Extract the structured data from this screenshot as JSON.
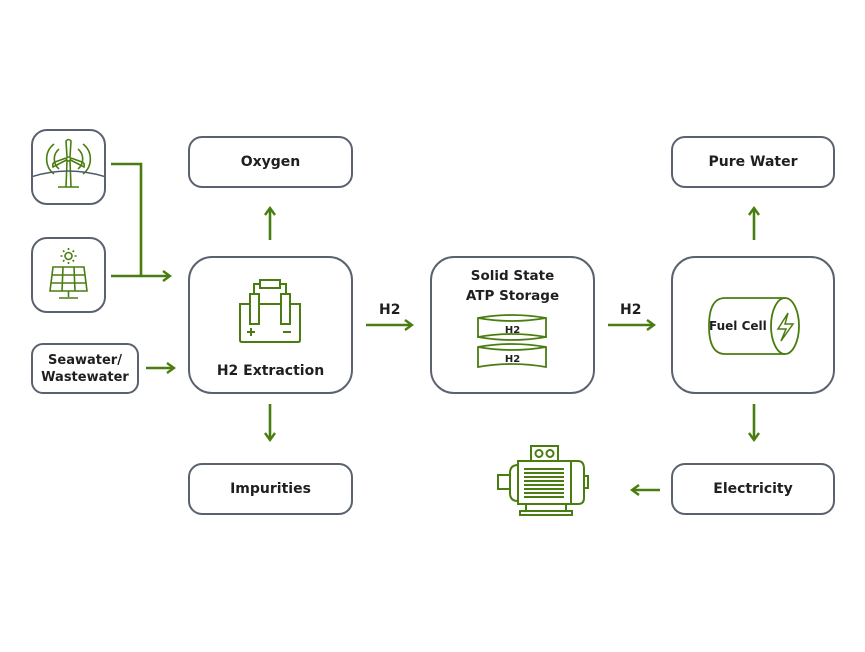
{
  "colors": {
    "accent": "#4a7d10",
    "border": "#5a6270",
    "text": "#1f1f1f"
  },
  "sources": {
    "wind": {
      "icon": "wind-turbine-icon"
    },
    "solar": {
      "icon": "solar-panel-icon"
    },
    "water": {
      "label": "Seawater/\nWastewater",
      "line1": "Seawater/",
      "line2": "Wastewater"
    }
  },
  "nodes": {
    "oxygen": "Oxygen",
    "h2_extraction": "H2 Extraction",
    "impurities": "Impurities",
    "storage_line1": "Solid State",
    "storage_line2": "ATP Storage",
    "storage_tank1": "H2",
    "storage_tank2": "H2",
    "pure_water": "Pure Water",
    "fuel_cell": "Fuel Cell",
    "electricity": "Electricity"
  },
  "edges": {
    "extraction_to_storage": "H2",
    "storage_to_fuelcell": "H2"
  },
  "icons": {
    "extraction": "electrolyzer-icon",
    "storage": "hydrogen-tanks-icon",
    "fuel_cell": "fuel-cell-battery-icon",
    "motor": "electric-motor-icon"
  }
}
